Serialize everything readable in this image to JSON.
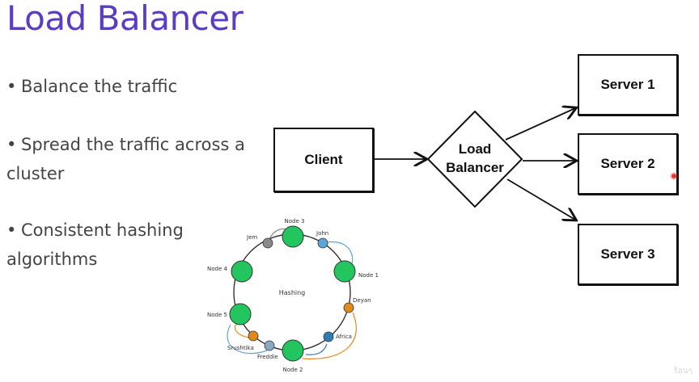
{
  "slide": {
    "title": "Load Balancer",
    "bullets": [
      {
        "dot": "•",
        "text": "Balance the traffic"
      },
      {
        "dot": "•",
        "text": "Spread the traffic across a cluster"
      },
      {
        "dot": "•",
        "text": "Consistent hashing algorithms"
      }
    ]
  },
  "diagram": {
    "client_label": "Client",
    "lb_label_line1": "Load",
    "lb_label_line2": "Balancer",
    "servers": [
      "Server 1",
      "Server 2",
      "Server 3"
    ]
  },
  "hash_ring": {
    "center_label": "Hashing",
    "nodes": [
      "Node 3",
      "Node 1",
      "Node 2",
      "Node 5",
      "Node 4"
    ],
    "keys": [
      "Jem",
      "John",
      "Deyan",
      "Africa",
      "Freddie",
      "Srushtika"
    ]
  },
  "watermark": "ร้อนๆ",
  "colors": {
    "title": "#5b3cc4",
    "node": "#22c55e",
    "key_gray": "#8a8a8a",
    "key_blue": "#5aa6d8",
    "key_orange": "#e08a1e",
    "key_darkblue": "#2f7bb5",
    "cursor": "#e53935"
  }
}
